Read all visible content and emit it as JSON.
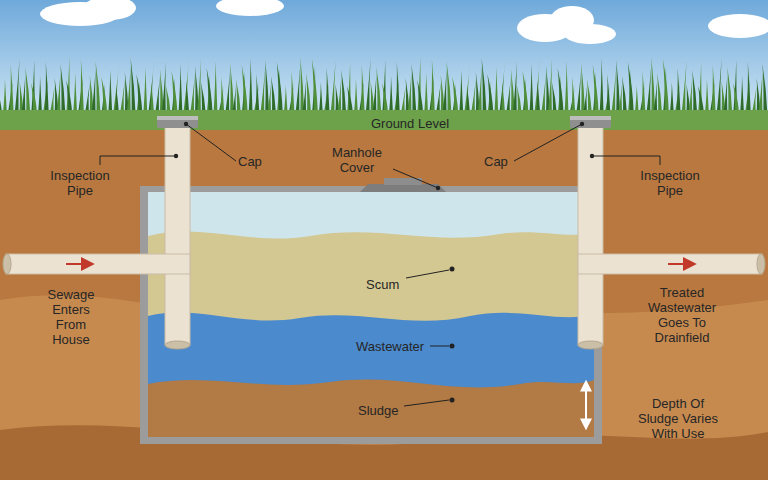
{
  "diagram": {
    "labels": [
      "Ground Level",
      "Inspection Pipe",
      "Cap",
      "Manhole Cover",
      "Cap",
      "Inspection Pipe",
      "Scum",
      "Sewage Enters From House",
      "Treated Wastewater Goes To Drainfield",
      "Wastewater",
      "Sludge",
      "Depth Of Sludge Varies With Use"
    ]
  }
}
